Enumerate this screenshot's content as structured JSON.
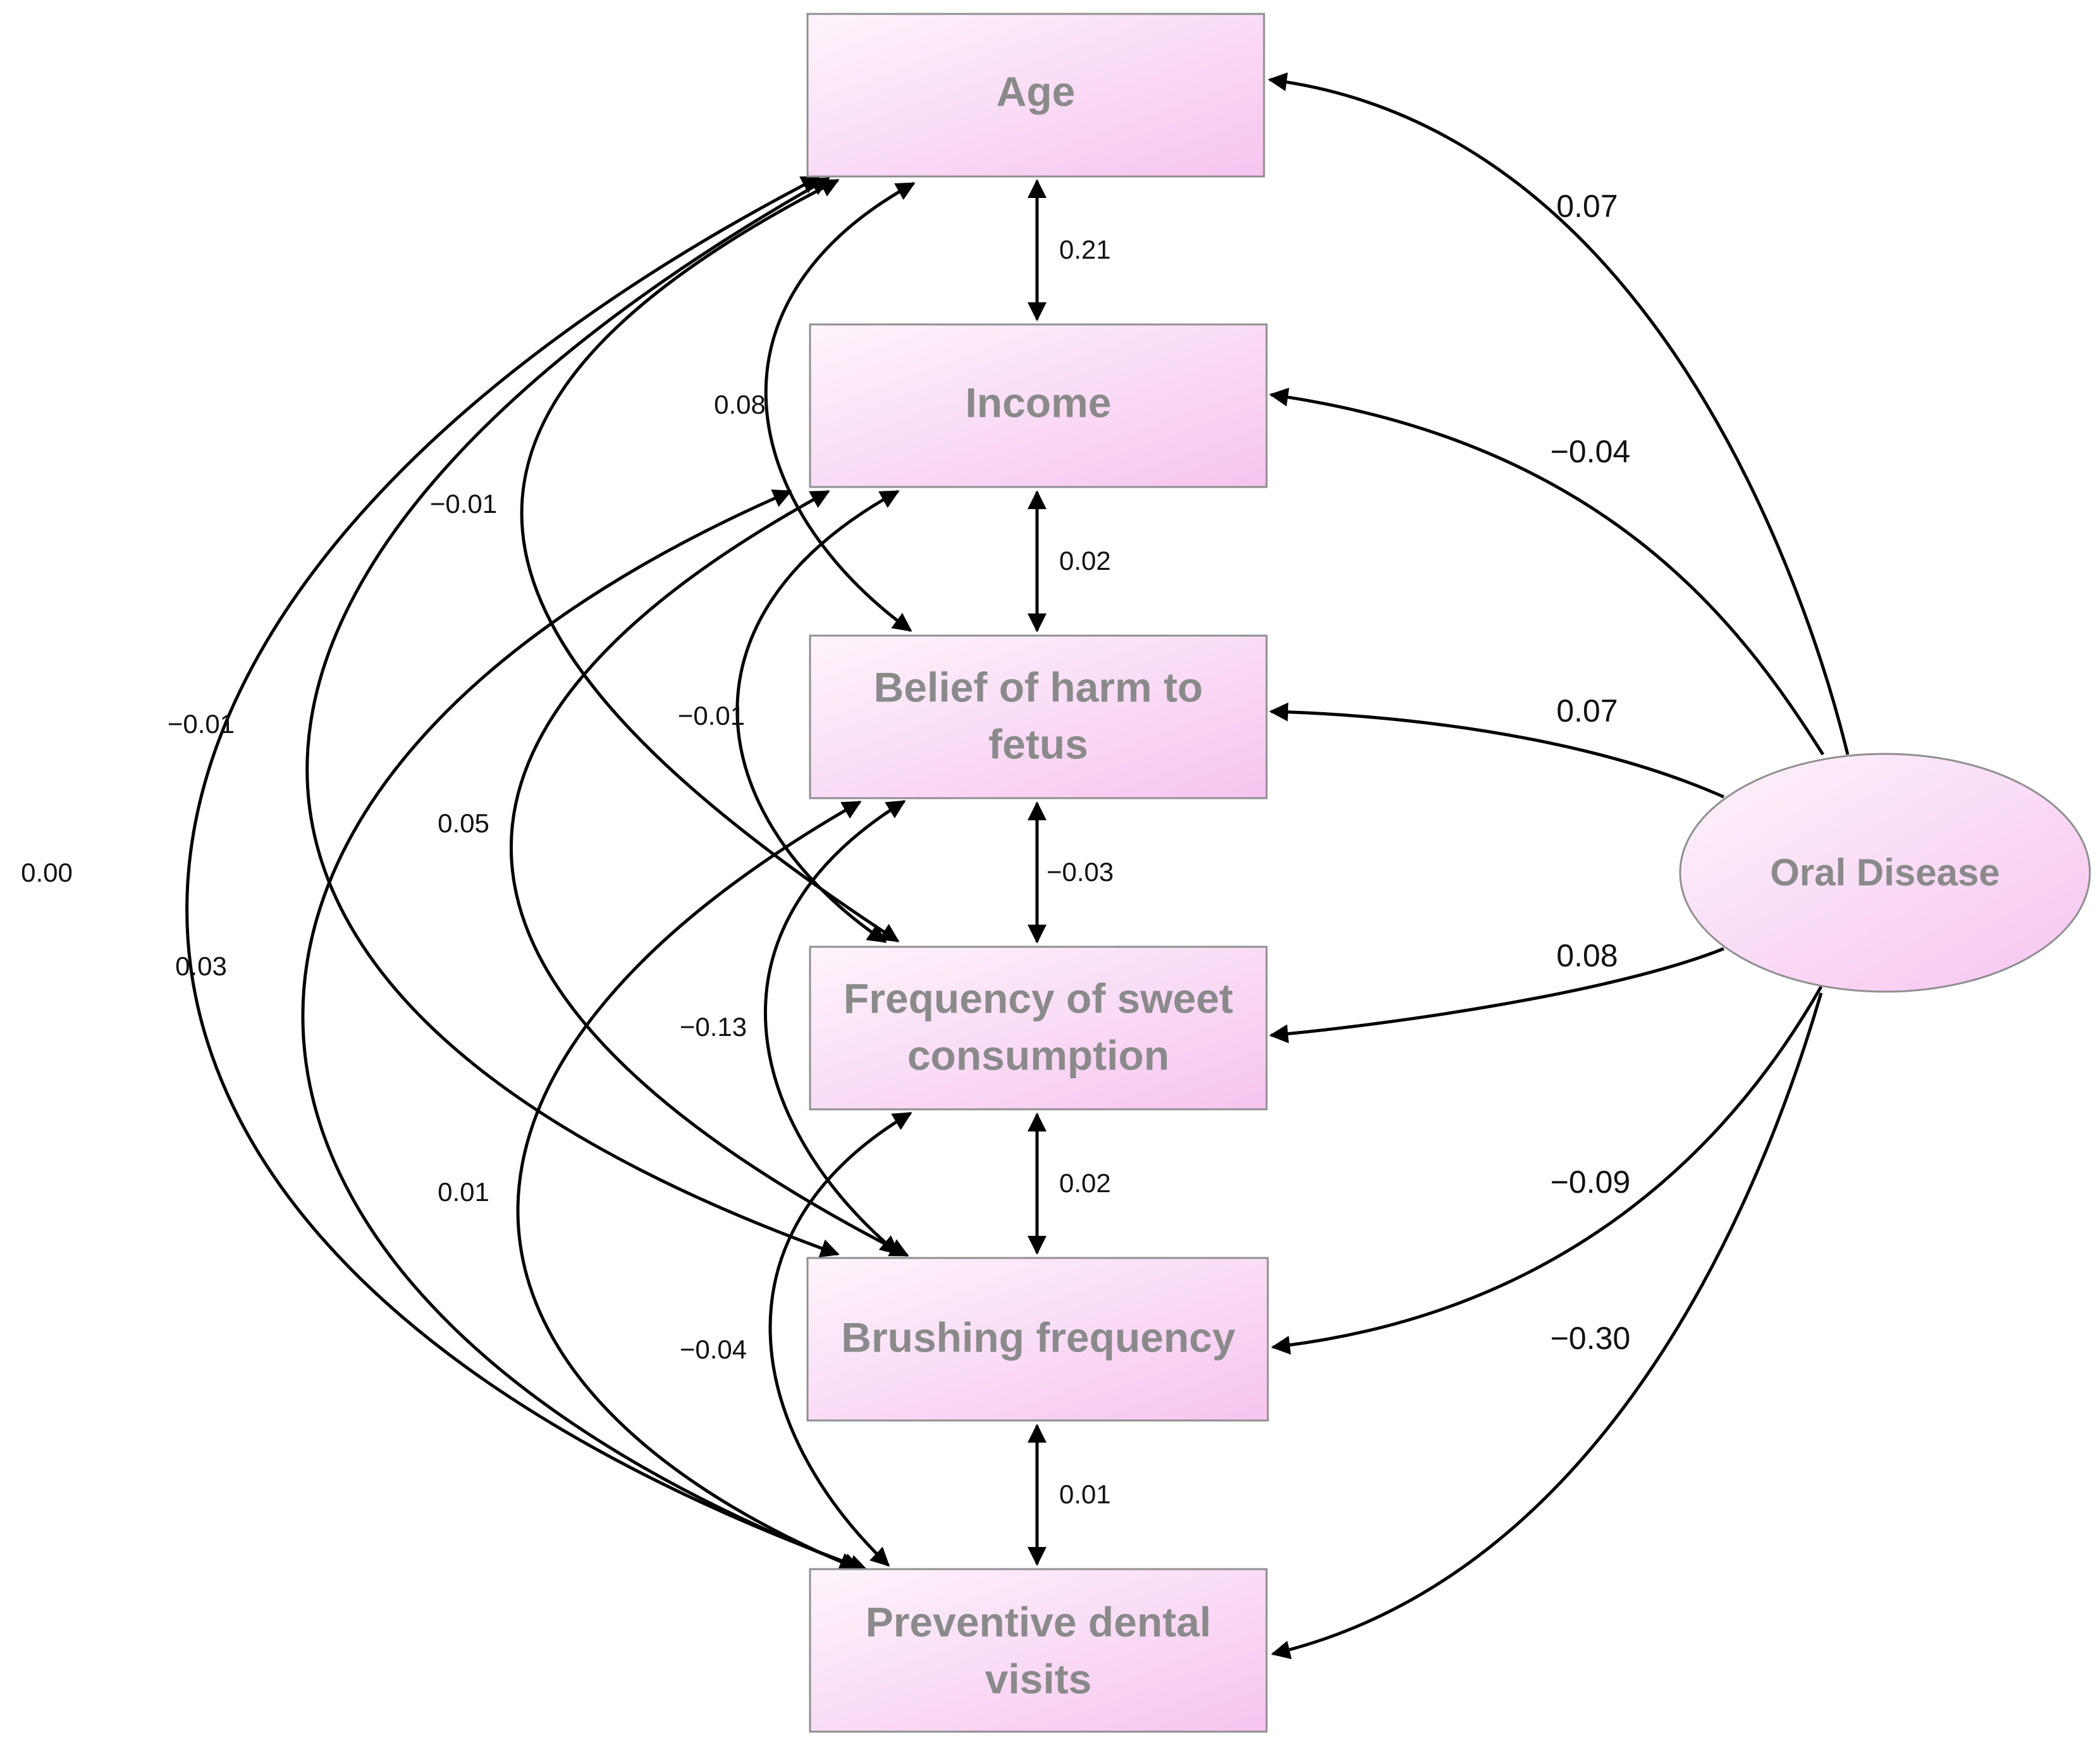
{
  "nodes": {
    "age": {
      "lines": [
        "Age"
      ]
    },
    "income": {
      "lines": [
        "Income"
      ]
    },
    "belief": {
      "lines": [
        "Belief of harm to",
        "fetus"
      ]
    },
    "sweet": {
      "lines": [
        "Frequency of sweet",
        "consumption"
      ]
    },
    "brushing": {
      "lines": [
        "Brushing frequency"
      ]
    },
    "preventive": {
      "lines": [
        "Preventive dental",
        "visits"
      ]
    },
    "oral": {
      "lines": [
        "Oral Disease"
      ]
    }
  },
  "colors": {
    "node_fill_light": "#fdf4fb",
    "node_fill_dark": "#f7c4f0",
    "node_border": "#8f8f8f",
    "node_text": "#8a8a8a",
    "arrow": "#000000"
  },
  "paths": {
    "oral_age": "0.07",
    "oral_income": "−0.04",
    "oral_belief": "0.07",
    "oral_sweet": "0.08",
    "oral_brushing": "−0.09",
    "oral_preventive": "−0.30"
  },
  "covariances": {
    "age_income": "0.21",
    "age_belief": "0.08",
    "age_sweet": "−0.01",
    "age_brushing": "−0.01",
    "age_preventive": "0.00",
    "income_belief": "0.02",
    "income_sweet": "−0.01",
    "income_brushing": "0.05",
    "income_preventive": "0.03",
    "belief_sweet": "−0.03",
    "belief_brushing": "−0.13",
    "belief_preventive": "0.01",
    "sweet_brushing": "0.02",
    "sweet_preventive": "−0.04",
    "brushing_preventive": "0.01"
  }
}
